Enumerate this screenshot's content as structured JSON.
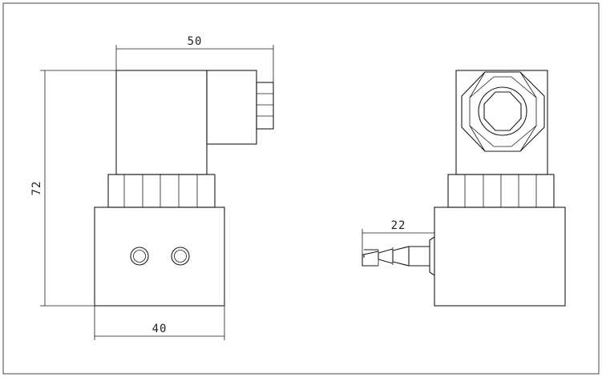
{
  "drawing": {
    "dimensions": {
      "width_top": "50",
      "height_left": "72",
      "width_bottom": "40",
      "fitting_length": "22"
    }
  }
}
